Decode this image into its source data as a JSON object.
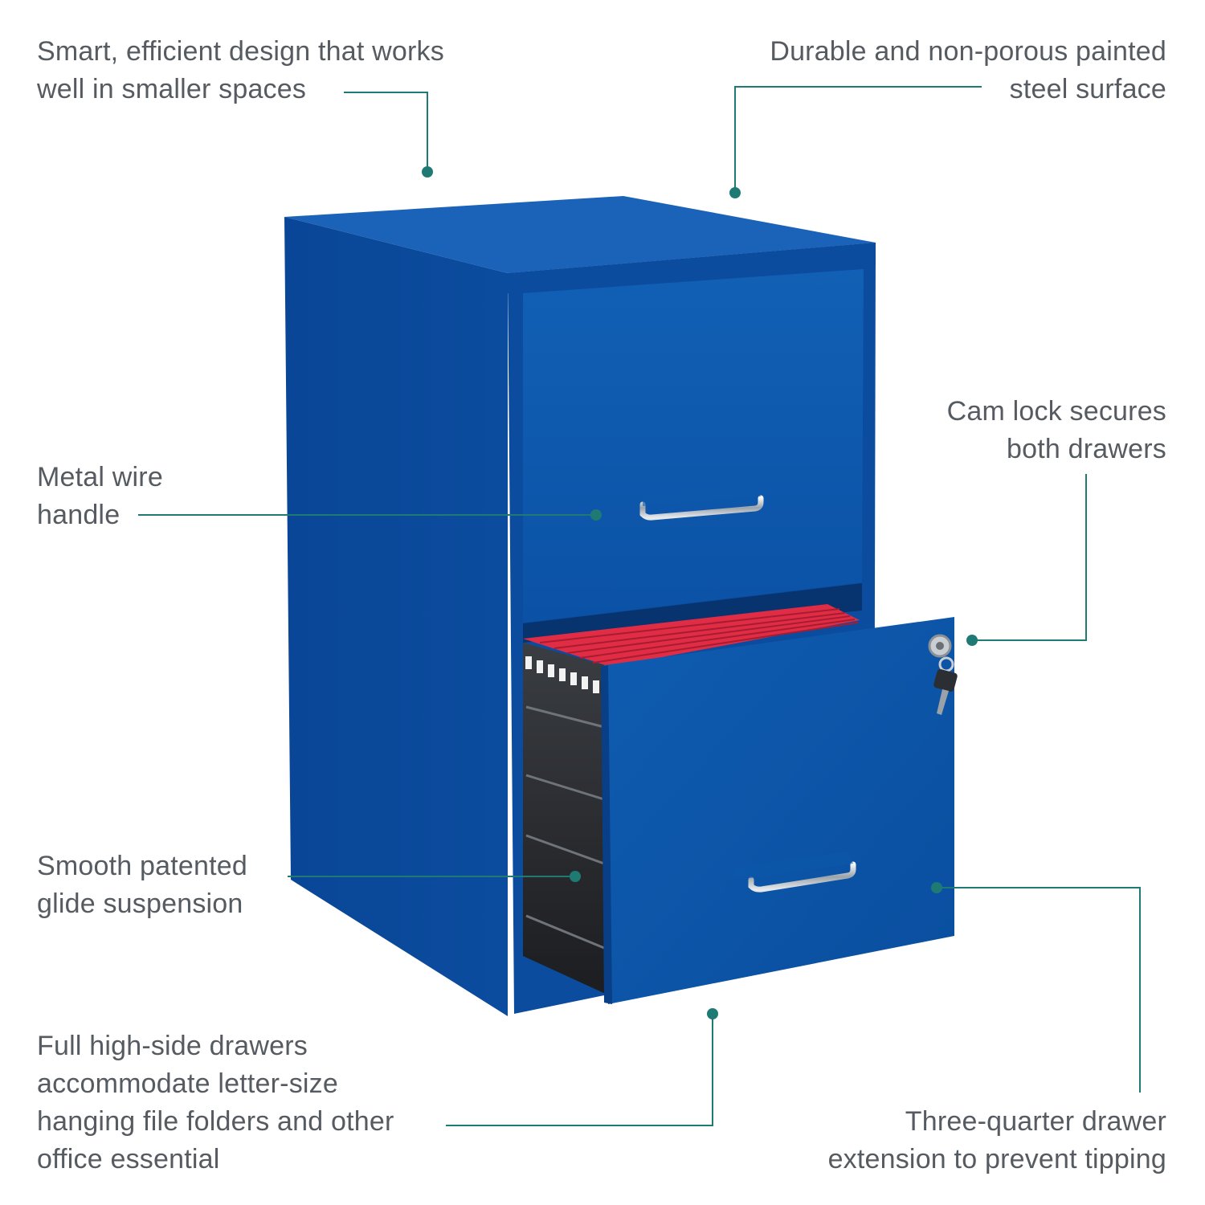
{
  "colors": {
    "accent_line": "#1f7a74",
    "cabinet_blue": "#0c4fa3",
    "text": "#555b60"
  },
  "callouts": {
    "smart_design": [
      "Smart, efficient design that works",
      "well in smaller spaces"
    ],
    "durable_surface": [
      "Durable and non-porous painted",
      "steel surface"
    ],
    "cam_lock": [
      "Cam lock secures",
      "both drawers"
    ],
    "metal_handle": [
      "Metal wire",
      "handle"
    ],
    "glide_suspension": [
      "Smooth patented",
      "glide suspension"
    ],
    "full_high_side": [
      "Full high-side drawers",
      "accommodate letter-size",
      "hanging file folders and other",
      "office essential"
    ],
    "three_quarter": [
      "Three-quarter drawer",
      "extension to prevent tipping"
    ]
  },
  "product": {
    "name": "2-drawer steel vertical file cabinet",
    "color": "blue",
    "icons": [
      "handle-icon",
      "lock-icon",
      "key-icon"
    ]
  }
}
